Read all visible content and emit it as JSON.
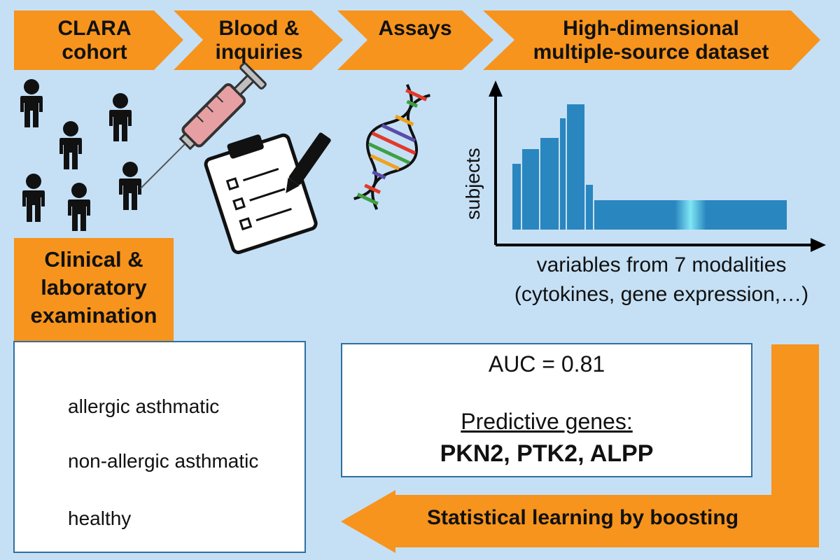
{
  "pipeline": {
    "steps": [
      {
        "label": "CLARA\ncohort"
      },
      {
        "label": "Blood &\ninquiries"
      },
      {
        "label": "Assays"
      },
      {
        "label": "High-dimensional\nmultiple-source dataset"
      }
    ]
  },
  "examination": {
    "label": "Clinical &\nlaboratory\nexamination"
  },
  "legend": {
    "items": [
      {
        "label": "allergic asthmatic",
        "color": "#e8231d"
      },
      {
        "label": "non-allergic asthmatic",
        "color": "#a9533e"
      },
      {
        "label": "healthy",
        "color": "#1fa53a"
      }
    ]
  },
  "dataset_plot": {
    "ylabel": "subjects",
    "xlabel_line1": "variables from 7 modalities",
    "xlabel_line2": "(cytokines, gene expression,…)"
  },
  "result": {
    "auc": "AUC = 0.81",
    "genes_title": "Predictive genes:",
    "genes_list": "PKN2, PTK2, ALPP"
  },
  "boosting": {
    "label": "Statistical learning by boosting"
  },
  "colors": {
    "background": "#c5e0f5",
    "orange": "#f7941d",
    "bar_blue": "#2a86bf",
    "box_border": "#2f6f9f"
  }
}
